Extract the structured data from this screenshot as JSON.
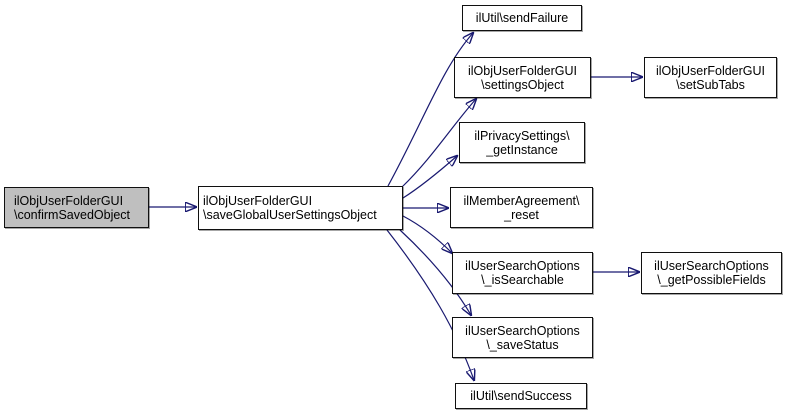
{
  "diagram": {
    "type": "call-graph",
    "colors": {
      "edge": "#191970",
      "node_border": "#101010",
      "node_fill": "#ffffff",
      "highlight_fill": "#bfbfbf",
      "text": "#000000",
      "background": "#ffffff"
    },
    "nodes": [
      {
        "id": "confirm-saved-object",
        "line1": "ilObjUserFolderGUI",
        "line2": "\\confirmSavedObject",
        "highlighted": true
      },
      {
        "id": "save-global-user-settings-object",
        "line1": "ilObjUserFolderGUI",
        "line2": "\\saveGlobalUserSettingsObject",
        "highlighted": false
      },
      {
        "id": "send-failure",
        "line1": "ilUtil\\sendFailure",
        "highlighted": false
      },
      {
        "id": "settings-object",
        "line1": "ilObjUserFolderGUI",
        "line2": "\\settingsObject",
        "highlighted": false
      },
      {
        "id": "set-sub-tabs",
        "line1": "ilObjUserFolderGUI",
        "line2": "\\setSubTabs",
        "highlighted": false
      },
      {
        "id": "get-instance",
        "line1": "ilPrivacySettings\\",
        "line2": "_getInstance",
        "highlighted": false
      },
      {
        "id": "member-agreement-reset",
        "line1": "ilMemberAgreement\\",
        "line2": "_reset",
        "highlighted": false
      },
      {
        "id": "is-searchable",
        "line1": "ilUserSearchOptions",
        "line2": "\\_isSearchable",
        "highlighted": false
      },
      {
        "id": "get-possible-fields",
        "line1": "ilUserSearchOptions",
        "line2": "\\_getPossibleFields",
        "highlighted": false
      },
      {
        "id": "save-status",
        "line1": "ilUserSearchOptions",
        "line2": "\\_saveStatus",
        "highlighted": false
      },
      {
        "id": "send-success",
        "line1": "ilUtil\\sendSuccess",
        "highlighted": false
      }
    ],
    "edges": [
      {
        "from": "confirm-saved-object",
        "to": "save-global-user-settings-object"
      },
      {
        "from": "save-global-user-settings-object",
        "to": "send-failure"
      },
      {
        "from": "save-global-user-settings-object",
        "to": "settings-object"
      },
      {
        "from": "save-global-user-settings-object",
        "to": "get-instance"
      },
      {
        "from": "save-global-user-settings-object",
        "to": "member-agreement-reset"
      },
      {
        "from": "save-global-user-settings-object",
        "to": "is-searchable"
      },
      {
        "from": "save-global-user-settings-object",
        "to": "save-status"
      },
      {
        "from": "save-global-user-settings-object",
        "to": "send-success"
      },
      {
        "from": "settings-object",
        "to": "set-sub-tabs"
      },
      {
        "from": "is-searchable",
        "to": "get-possible-fields"
      }
    ]
  }
}
